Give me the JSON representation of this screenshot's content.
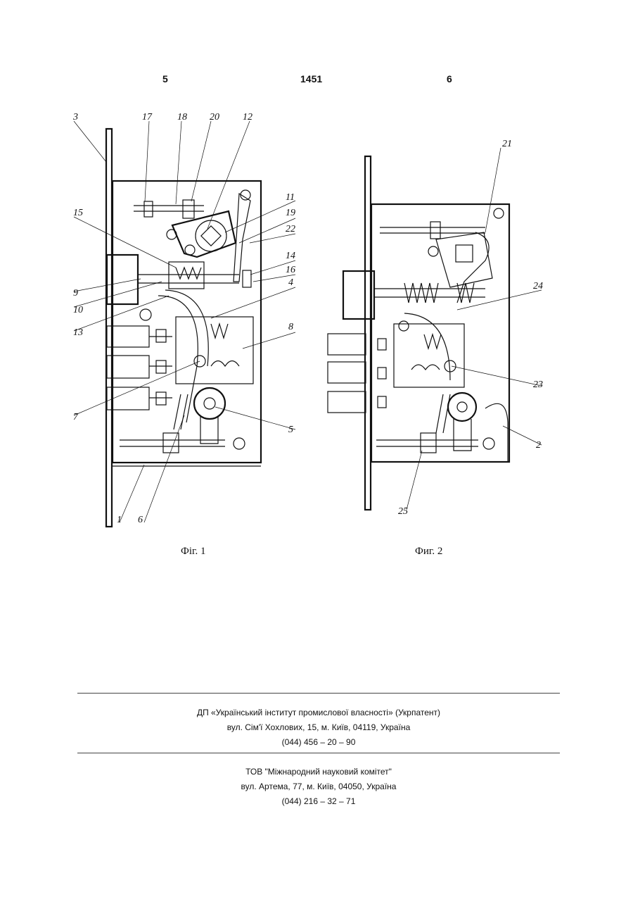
{
  "header": {
    "left_page": "5",
    "doc_number": "1451",
    "right_page": "6"
  },
  "figure1": {
    "caption": "Фіг. 1",
    "labels": [
      "3",
      "17",
      "18",
      "20",
      "12",
      "11",
      "19",
      "22",
      "15",
      "14",
      "16",
      "4",
      "9",
      "10",
      "13",
      "8",
      "7",
      "5",
      "1",
      "6"
    ]
  },
  "figure2": {
    "caption": "Фиг. 2",
    "labels": [
      "21",
      "24",
      "23",
      "2",
      "25"
    ]
  },
  "publisher": {
    "name": "ДП «Український інститут промислової власності» (Укрпатент)",
    "address": "вул. Сім'ї Хохлових, 15, м. Київ, 04119, Україна",
    "phone": "(044) 456 – 20 – 90"
  },
  "printer": {
    "name": "ТОВ \"Міжнародний науковий комітет\"",
    "address": "вул. Артема, 77, м. Київ, 04050, Україна",
    "phone": "(044) 216 – 32 – 71"
  }
}
